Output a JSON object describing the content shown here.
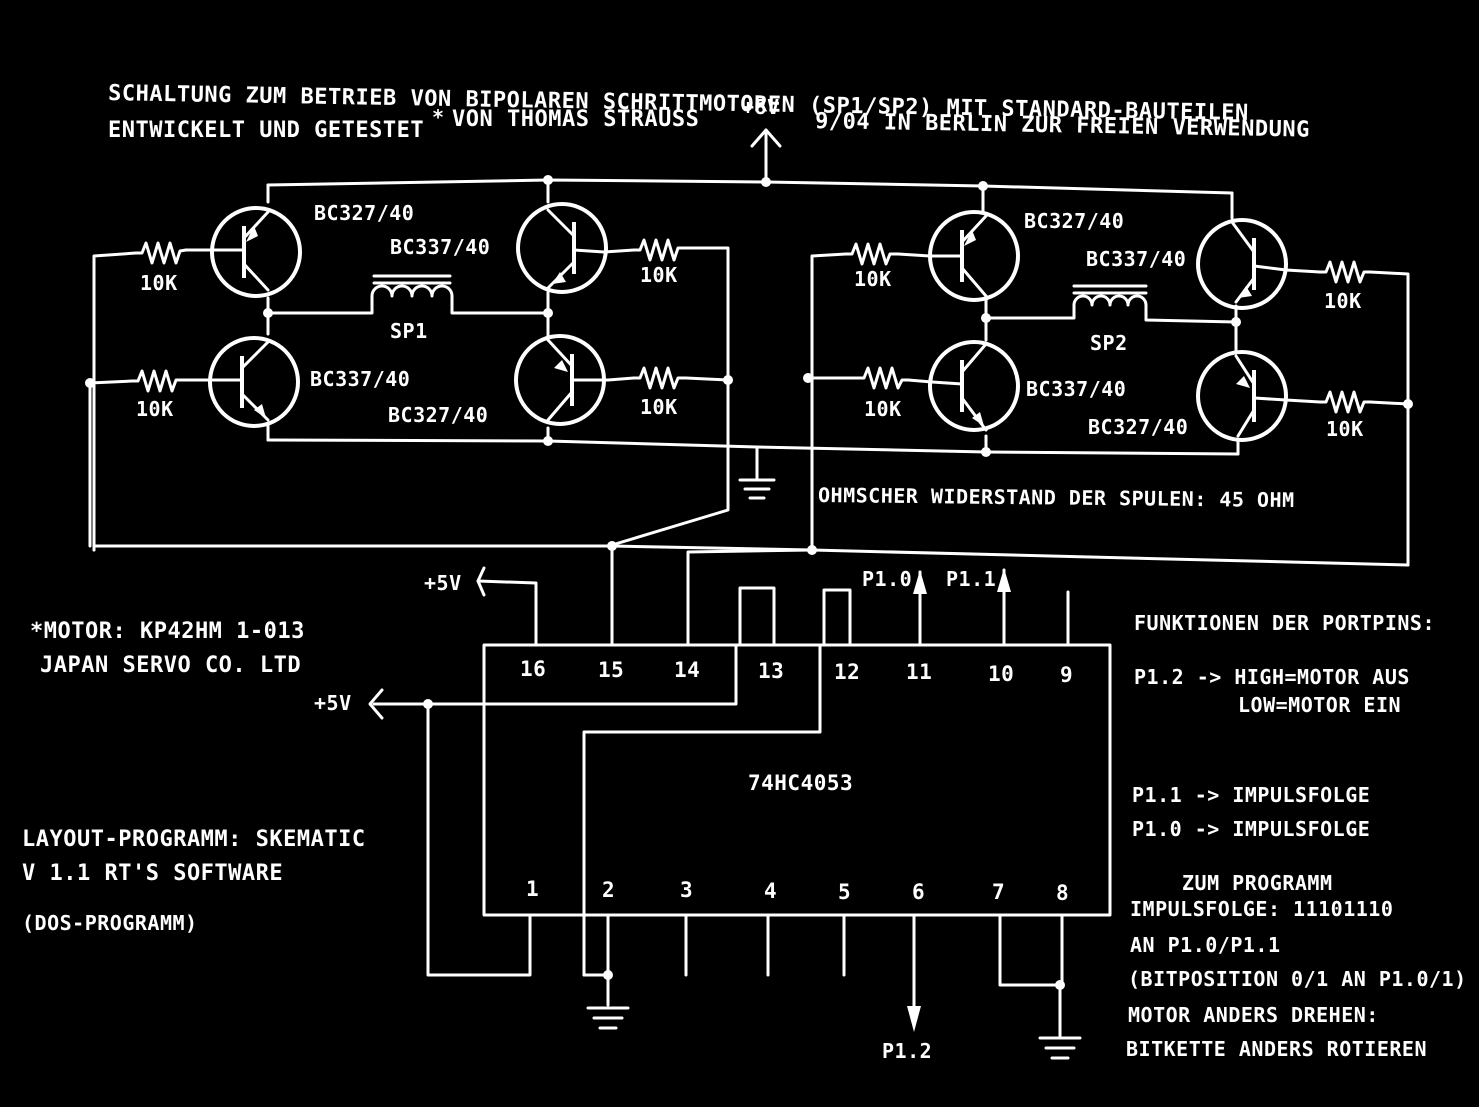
{
  "header": {
    "line1": "SCHALTUNG ZUM BETRIEB VON BIPOLAREN SCHRITTMOTOREN (SP1/SP2) MIT STANDARD-BAUTEILEN",
    "line2_a": "ENTWICKELT UND GETESTET",
    "line2_star": "*",
    "line2_b": "VON THOMAS STRAUSS",
    "line2_c": "9/04 IN BERLIN  ZUR FREIEN VERWENDUNG"
  },
  "supply": {
    "v8": "+8V",
    "v5a": "+5V",
    "v5b": "+5V"
  },
  "transistors": {
    "q1": "BC327/40",
    "q2": "BC337/40",
    "q3": "BC337/40",
    "q4": "BC327/40",
    "q5": "BC327/40",
    "q6": "BC337/40",
    "q7": "BC337/40",
    "q8": "BC327/40"
  },
  "resistors": {
    "r1": "10K",
    "r2": "10K",
    "r3": "10K",
    "r4": "10K",
    "r5": "10K",
    "r6": "10K",
    "r7": "10K",
    "r8": "10K"
  },
  "coils": {
    "sp1": "SP1",
    "sp2": "SP2"
  },
  "coil_note": "OHMSCHER WIDERSTAND DER SPULEN: 45 OHM",
  "motor": {
    "line1": "*MOTOR: KP42HM 1-013",
    "line2": "JAPAN SERVO CO. LTD"
  },
  "layout_note": {
    "line1": "LAYOUT-PROGRAMM: SKEMATIC",
    "line2": "V 1.1  RT'S SOFTWARE",
    "line3": "(DOS-PROGRAMM)"
  },
  "ic": {
    "name": "74HC4053",
    "top_pins": [
      "16",
      "15",
      "14",
      "13",
      "12",
      "11",
      "10",
      "9"
    ],
    "bottom_pins": [
      "1",
      "2",
      "3",
      "4",
      "5",
      "6",
      "7",
      "8"
    ]
  },
  "ports": {
    "p10": "P1.0",
    "p11": "P1.1",
    "p12": "P1.2"
  },
  "functions": {
    "title": "FUNKTIONEN DER PORTPINS:",
    "f1a": "P1.2 -> HIGH=MOTOR AUS",
    "f1b": "LOW=MOTOR EIN",
    "f2": "P1.1 -> IMPULSFOLGE",
    "f3": "P1.0 -> IMPULSFOLGE",
    "p1": "ZUM PROGRAMM",
    "p2": "IMPULSFOLGE: 11101110",
    "p3": "AN P1.0/P1.1",
    "p4": "(BITPOSITION 0/1 AN P1.0/1)",
    "p5": "MOTOR ANDERS DREHEN:",
    "p6": "BITKETTE ANDERS ROTIEREN"
  }
}
